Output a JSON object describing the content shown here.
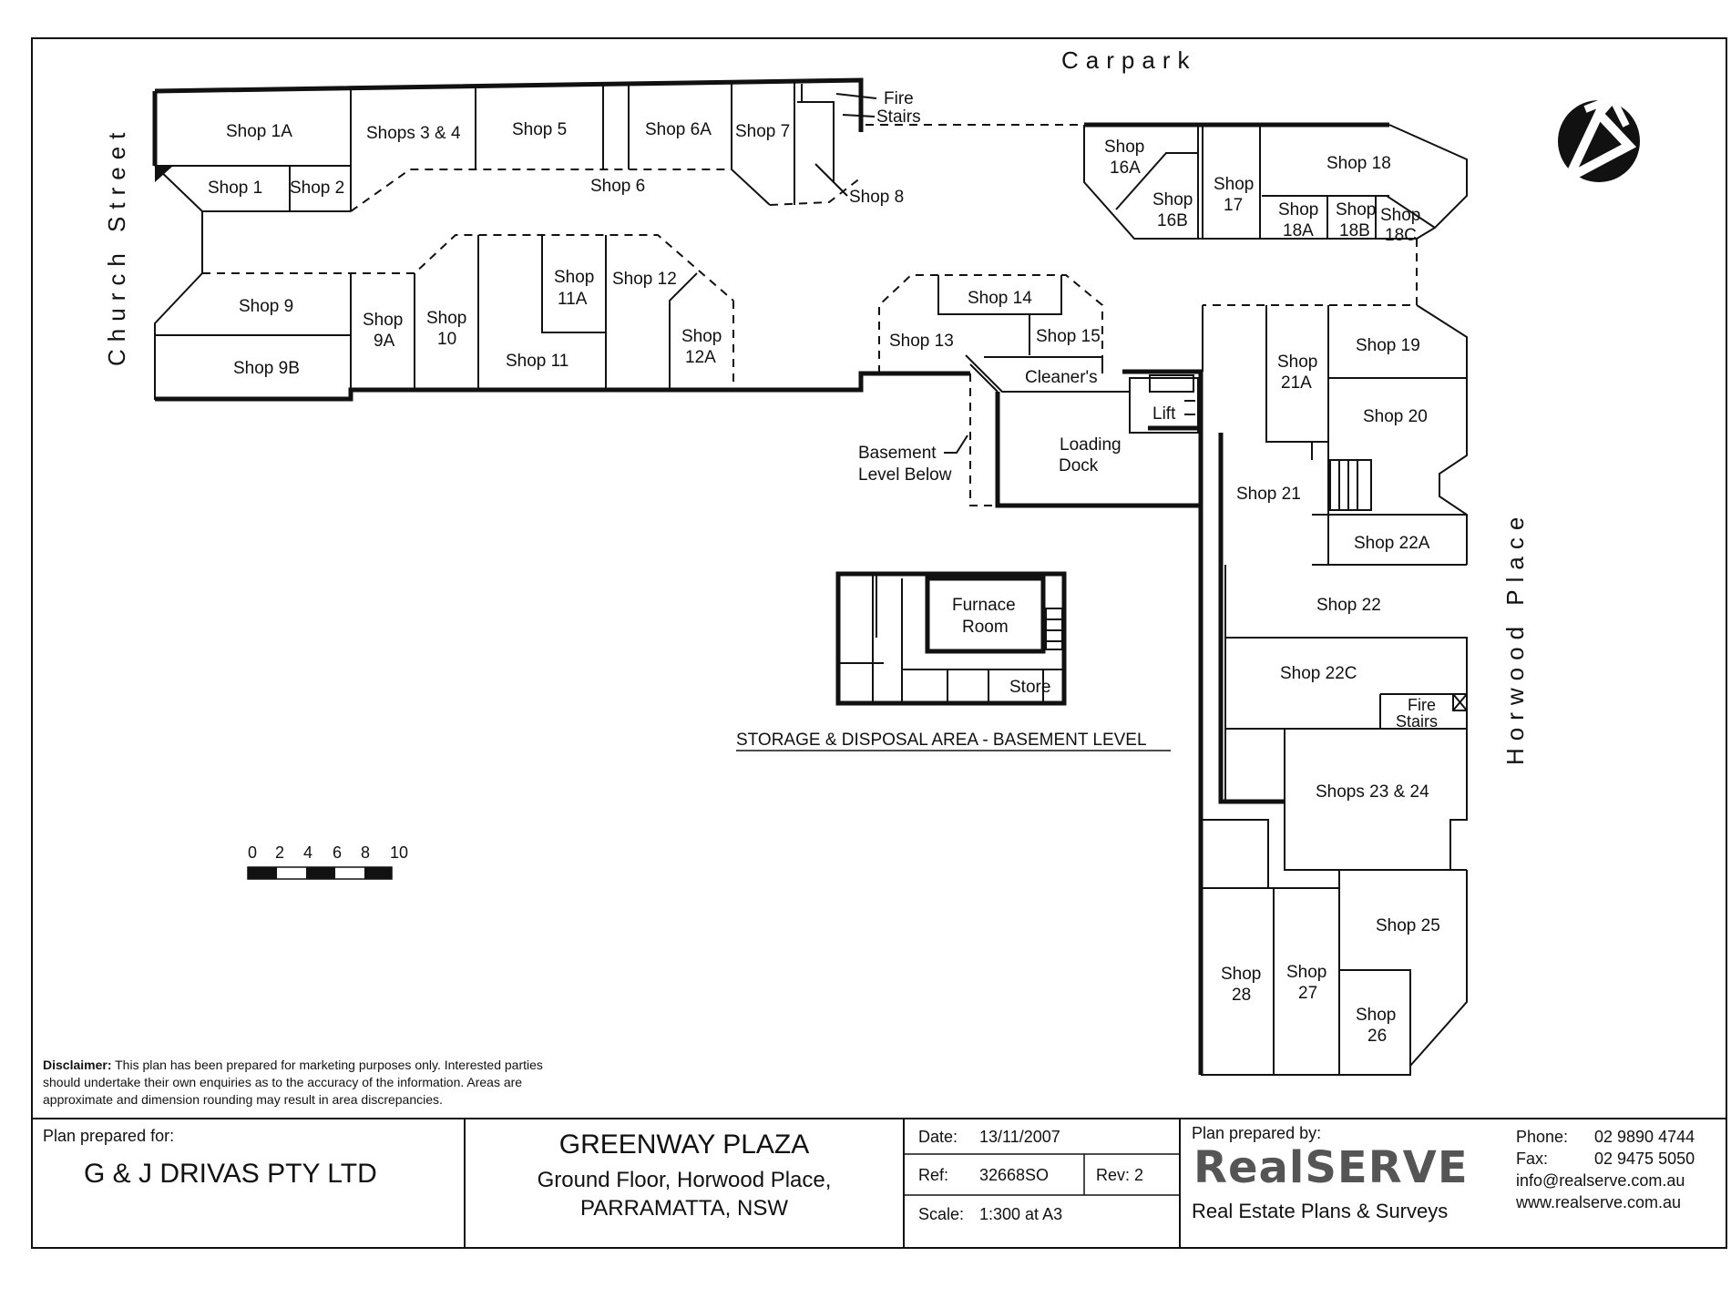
{
  "streets": {
    "carpark": "Carpark",
    "church": "Church Street",
    "horwood": "Horwood Place"
  },
  "shops": {
    "s1a": "Shop 1A",
    "s1": "Shop 1",
    "s2": "Shop 2",
    "s34": "Shops 3 & 4",
    "s5": "Shop 5",
    "s6": "Shop 6",
    "s6a": "Shop 6A",
    "s7": "Shop 7",
    "s8": "Shop 8",
    "s9": "Shop 9",
    "s9b": "Shop 9B",
    "s9a": [
      "Shop",
      "9A"
    ],
    "s10": [
      "Shop",
      "10"
    ],
    "s11": "Shop 11",
    "s11a": [
      "Shop",
      "11A"
    ],
    "s12": "Shop 12",
    "s12a": [
      "Shop",
      "12A"
    ],
    "s13": "Shop 13",
    "s14": "Shop 14",
    "s15": "Shop 15",
    "s16a": [
      "Shop",
      "16A"
    ],
    "s16b": [
      "Shop",
      "16B"
    ],
    "s17": [
      "Shop",
      "17"
    ],
    "s18": "Shop 18",
    "s18a": [
      "Shop",
      "18A"
    ],
    "s18b": [
      "Shop",
      "18B"
    ],
    "s18c": [
      "Shop",
      "18C"
    ],
    "s19": "Shop 19",
    "s20": "Shop 20",
    "s21": "Shop 21",
    "s21a": [
      "Shop",
      "21A"
    ],
    "s22": "Shop 22",
    "s22a": "Shop 22A",
    "s22c": "Shop 22C",
    "s2324": "Shops 23 & 24",
    "s25": "Shop 25",
    "s26": [
      "Shop",
      "26"
    ],
    "s27": [
      "Shop",
      "27"
    ],
    "s28": [
      "Shop",
      "28"
    ]
  },
  "rooms": {
    "fire_stairs_top": [
      "Fire",
      "Stairs"
    ],
    "fire_stairs_right": [
      "Fire",
      "Stairs"
    ],
    "cleaners": "Cleaner's",
    "lift": "Lift",
    "loading_dock": [
      "Loading",
      "Dock"
    ],
    "basement_below": [
      "Basement",
      "Level Below"
    ],
    "furnace_room": [
      "Furnace",
      "Room"
    ],
    "store": "Store"
  },
  "basement_title": "STORAGE & DISPOSAL AREA - BASEMENT LEVEL",
  "scale_bar": {
    "ticks": [
      "0",
      "2",
      "4",
      "6",
      "8",
      "10"
    ]
  },
  "disclaimer": {
    "heading": "Disclaimer:",
    "body": "This plan has been prepared for marketing purposes only. Interested parties should undertake their own enquiries as to the accuracy of the information. Areas are approximate and dimension rounding may result in area discrepancies."
  },
  "title_block": {
    "prepared_for_label": "Plan prepared for:",
    "client": "G & J DRIVAS PTY LTD",
    "project_title": "GREENWAY PLAZA",
    "project_line1": "Ground Floor, Horwood Place,",
    "project_line2": "PARRAMATTA, NSW",
    "date_label": "Date:",
    "date_value": "13/11/2007",
    "ref_label": "Ref:",
    "ref_value": "32668SO",
    "rev_label": "Rev:",
    "rev_value": "2",
    "scale_label": "Scale:",
    "scale_value": "1:300 at A3",
    "prepared_by_label": "Plan prepared by:",
    "logo_text": "RealSERVE",
    "company_tagline": "Real Estate Plans & Surveys",
    "phone_label": "Phone:",
    "phone_value": "02 9890 4744",
    "fax_label": "Fax:",
    "fax_value": "02 9475 5050",
    "email": "info@realserve.com.au",
    "website": "www.realserve.com.au"
  }
}
